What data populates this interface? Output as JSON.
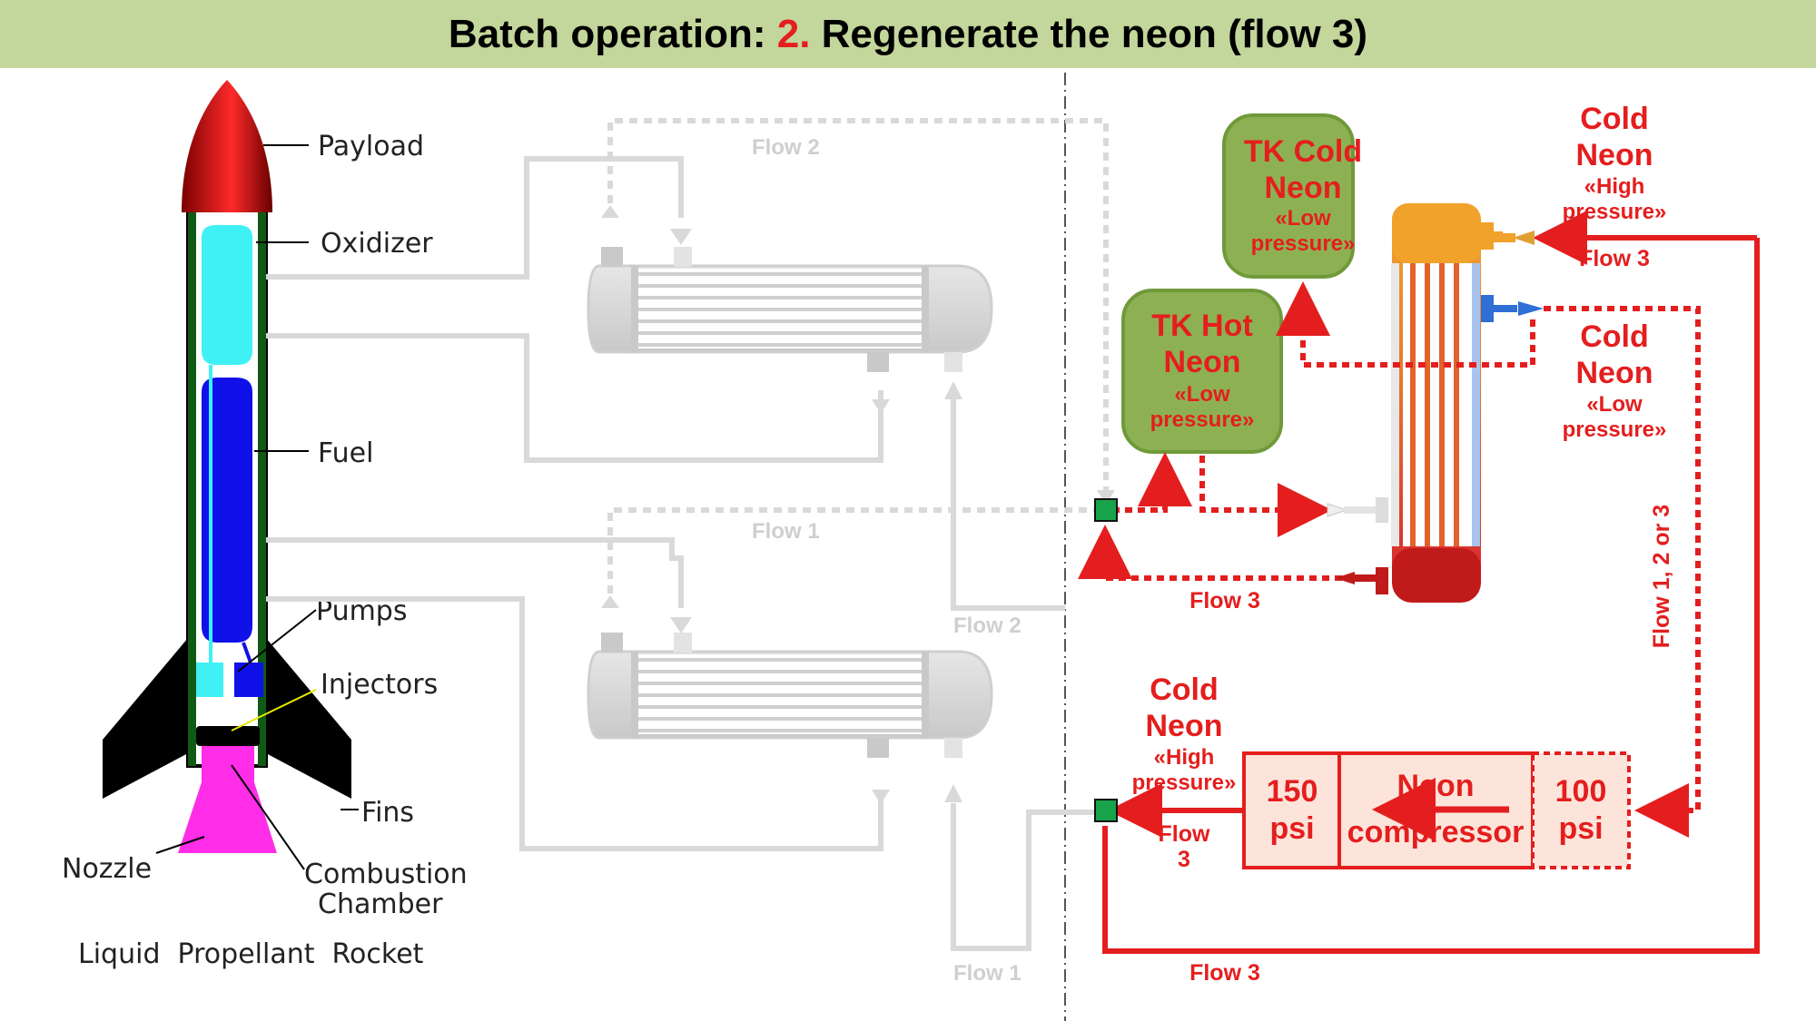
{
  "title": {
    "prefix": "Batch operation: ",
    "number": "2.",
    "suffix": " Regenerate the neon (flow 3)"
  },
  "rocket": {
    "labels": {
      "payload": "Payload",
      "oxidizer": "Oxidizer",
      "fuel": "Fuel",
      "pumps": "Pumps",
      "injectors": "Injectors",
      "fins": "Fins",
      "nozzle": "Nozzle",
      "combustion_1": "Combustion",
      "combustion_2": "Chamber",
      "caption": "Liquid  Propellant  Rocket"
    }
  },
  "flows": {
    "flow2_top": "Flow 2",
    "flow1_mid": "Flow 1",
    "flow2_bottom": "Flow 2",
    "flow1_bottom": "Flow 1",
    "flow3_a": "Flow 3",
    "flow3_b": "Flow 3",
    "flow3_c": "Flow 3",
    "flow3_d_1": "Flow",
    "flow3_d_2": "3",
    "flow123": "Flow 1, 2 or 3"
  },
  "tanks": {
    "tk_cold": {
      "line1": "TK Cold",
      "line2": "Neon",
      "line3": "«Low",
      "line4": "pressure»"
    },
    "tk_hot": {
      "line1": "TK Hot",
      "line2": "Neon",
      "line3": "«Low",
      "line4": "pressure»"
    }
  },
  "streams": {
    "cold_high_top": {
      "line1": "Cold",
      "line2": "Neon",
      "line3": "«High",
      "line4": "pressure»"
    },
    "cold_low": {
      "line1": "Cold",
      "line2": "Neon",
      "line3": "«Low",
      "line4": "pressure»"
    },
    "cold_high_bottom": {
      "line1": "Cold",
      "line2": "Neon",
      "line3": "«High",
      "line4": "pressure»"
    }
  },
  "compressor": {
    "out_psi_1": "150",
    "out_psi_2": "psi",
    "name_1": "Neon",
    "name_2": "compressor",
    "in_psi_1": "100",
    "in_psi_2": "psi"
  },
  "colors": {
    "title_bg": "#c3d69b",
    "red": "#e41e1e",
    "tank_fill": "#8db152",
    "tank_stroke": "#6f9a3a",
    "grey_pipe": "#d9d9d9",
    "node_green": "#17a34a"
  }
}
